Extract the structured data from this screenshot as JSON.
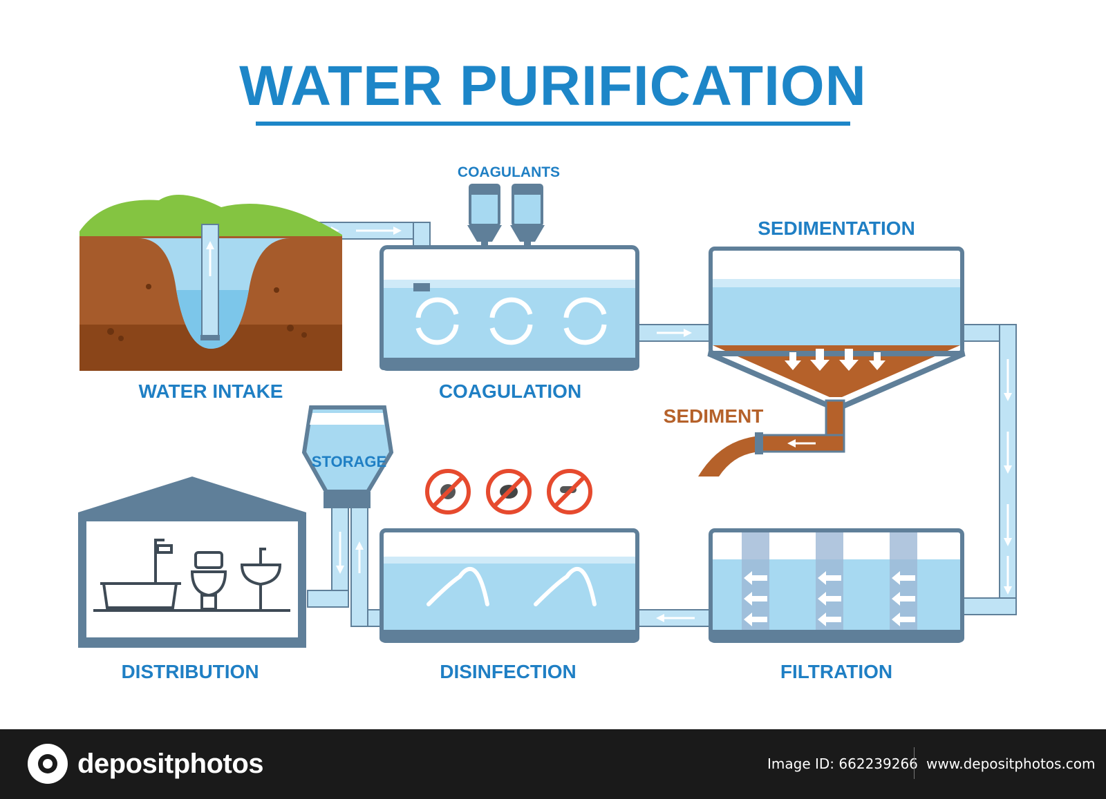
{
  "title": "WATER PURIFICATION",
  "stages": {
    "water_intake": "WATER INTAKE",
    "coagulation": "COAGULATION",
    "coagulants": "COAGULANTS",
    "sedimentation": "SEDIMENTATION",
    "sediment": "SEDIMENT",
    "filtration": "FILTRATION",
    "disinfection": "DISINFECTION",
    "storage": "STORAGE",
    "distribution": "DISTRIBUTION"
  },
  "colors": {
    "label_blue": "#1f7fc4",
    "sediment_brown": "#b5612a",
    "tank_frame": "#5f7f99",
    "water": "#a7d9f1",
    "pipe": "#bfe3f5",
    "grass": "#84c441",
    "soil": "#a65b2b",
    "no_sign_red": "#e64a2e"
  },
  "icons": [
    "circular-arrows-icon",
    "down-arrow-icon",
    "left-arrow-icon",
    "wave-arrow-icon",
    "no-virus-icon",
    "no-germ-icon",
    "no-bacteria-icon",
    "bathtub-icon",
    "shower-icon",
    "toilet-icon",
    "sink-icon"
  ],
  "footer": {
    "brand": "depositphotos",
    "image_id": "Image ID: 662239266",
    "site": "www.depositphotos.com"
  }
}
